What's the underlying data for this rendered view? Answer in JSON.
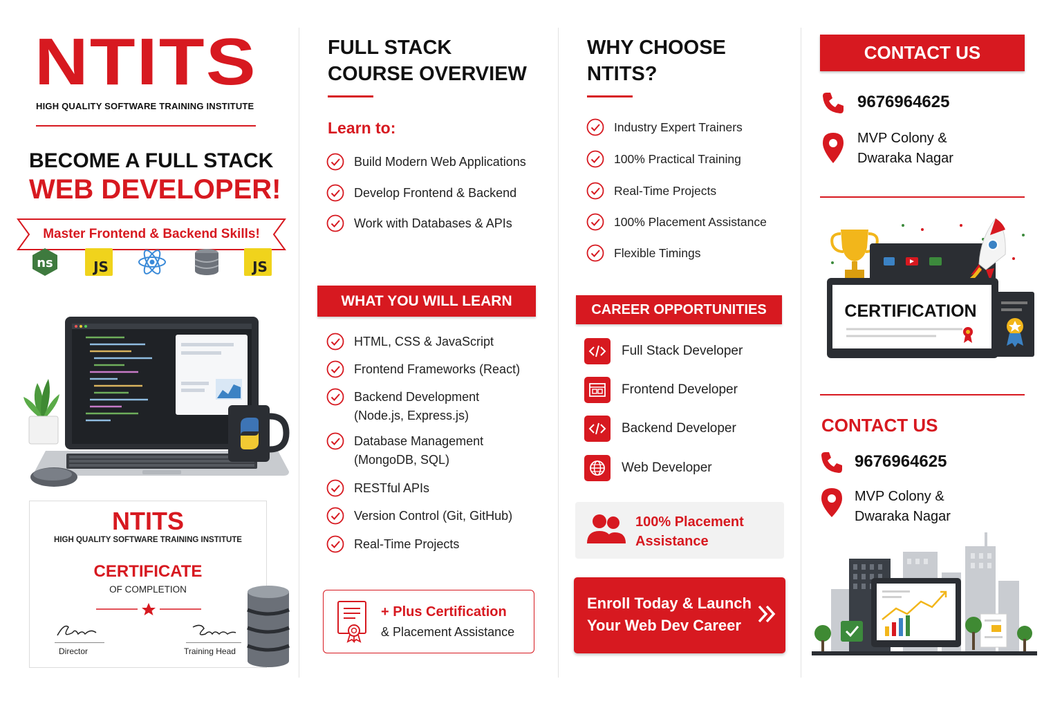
{
  "brand": {
    "logo": "NTITS",
    "tagline": "HIGH QUALITY SOFTWARE TRAINING INSTITUTE",
    "accent_color": "#d71920"
  },
  "hero": {
    "line1": "BECOME A FULL STACK",
    "line2": "WEB DEVELOPER!",
    "ribbon": "Master Frontend & Backend Skills!"
  },
  "tech_icons": [
    "nodejs-icon",
    "javascript-icon",
    "react-icon",
    "database-icon",
    "javascript-icon"
  ],
  "certificate_card": {
    "logo": "NTITS",
    "tagline": "HIGH QUALITY SOFTWARE TRAINING INSTITUTE",
    "title": "CERTIFICATE",
    "subtitle": "OF COMPLETION",
    "signatories": [
      "Director",
      "Training Head"
    ]
  },
  "overview": {
    "title_line1": "FULL STACK",
    "title_line2": "COURSE OVERVIEW",
    "learn_to_label": "Learn to:",
    "learn_to": [
      "Build Modern Web Applications",
      "Develop Frontend & Backend",
      "Work with Databases & APIs"
    ],
    "what_you_learn_title": "WHAT YOU WILL LEARN",
    "what_you_learn": [
      {
        "line1": "HTML, CSS & JavaScript",
        "line2": ""
      },
      {
        "line1": "Frontend Frameworks (React)",
        "line2": ""
      },
      {
        "line1": "Backend Development",
        "line2": "(Node.js, Express.js)"
      },
      {
        "line1": "Database Management",
        "line2": "(MongoDB, SQL)"
      },
      {
        "line1": "RESTful APIs",
        "line2": ""
      },
      {
        "line1": "Version Control (Git, GitHub)",
        "line2": ""
      },
      {
        "line1": "Real-Time Projects",
        "line2": ""
      }
    ],
    "cert_box_line1": "+ Plus Certification",
    "cert_box_line2": "& Placement Assistance"
  },
  "why": {
    "title_line1": "WHY CHOOSE",
    "title_line2": "NTITS?",
    "items": [
      "Industry Expert Trainers",
      "100% Practical Training",
      "Real-Time Projects",
      "100% Placement Assistance",
      "Flexible Timings"
    ],
    "career_title": "CAREER OPPORTUNITIES",
    "careers": [
      {
        "label": "Full Stack Developer",
        "icon": "code-icon"
      },
      {
        "label": "Frontend Developer",
        "icon": "browser-icon"
      },
      {
        "label": "Backend Developer",
        "icon": "code-icon"
      },
      {
        "label": "Web Developer",
        "icon": "globe-icon"
      }
    ],
    "placement_line1": "100% Placement",
    "placement_line2": "Assistance",
    "enroll_line1": "Enroll Today & Launch",
    "enroll_line2": "Your Web Dev Career"
  },
  "contact": {
    "title": "CONTACT US",
    "phone": "9676964625",
    "address_line1": "MVP Colony &",
    "address_line2": "Dwaraka Nagar",
    "certification_label": "CERTIFICATION",
    "title2": "CONTACT US",
    "phone2": "9676964625",
    "address2_line1": "MVP Colony &",
    "address2_line2": "Dwaraka Nagar"
  }
}
